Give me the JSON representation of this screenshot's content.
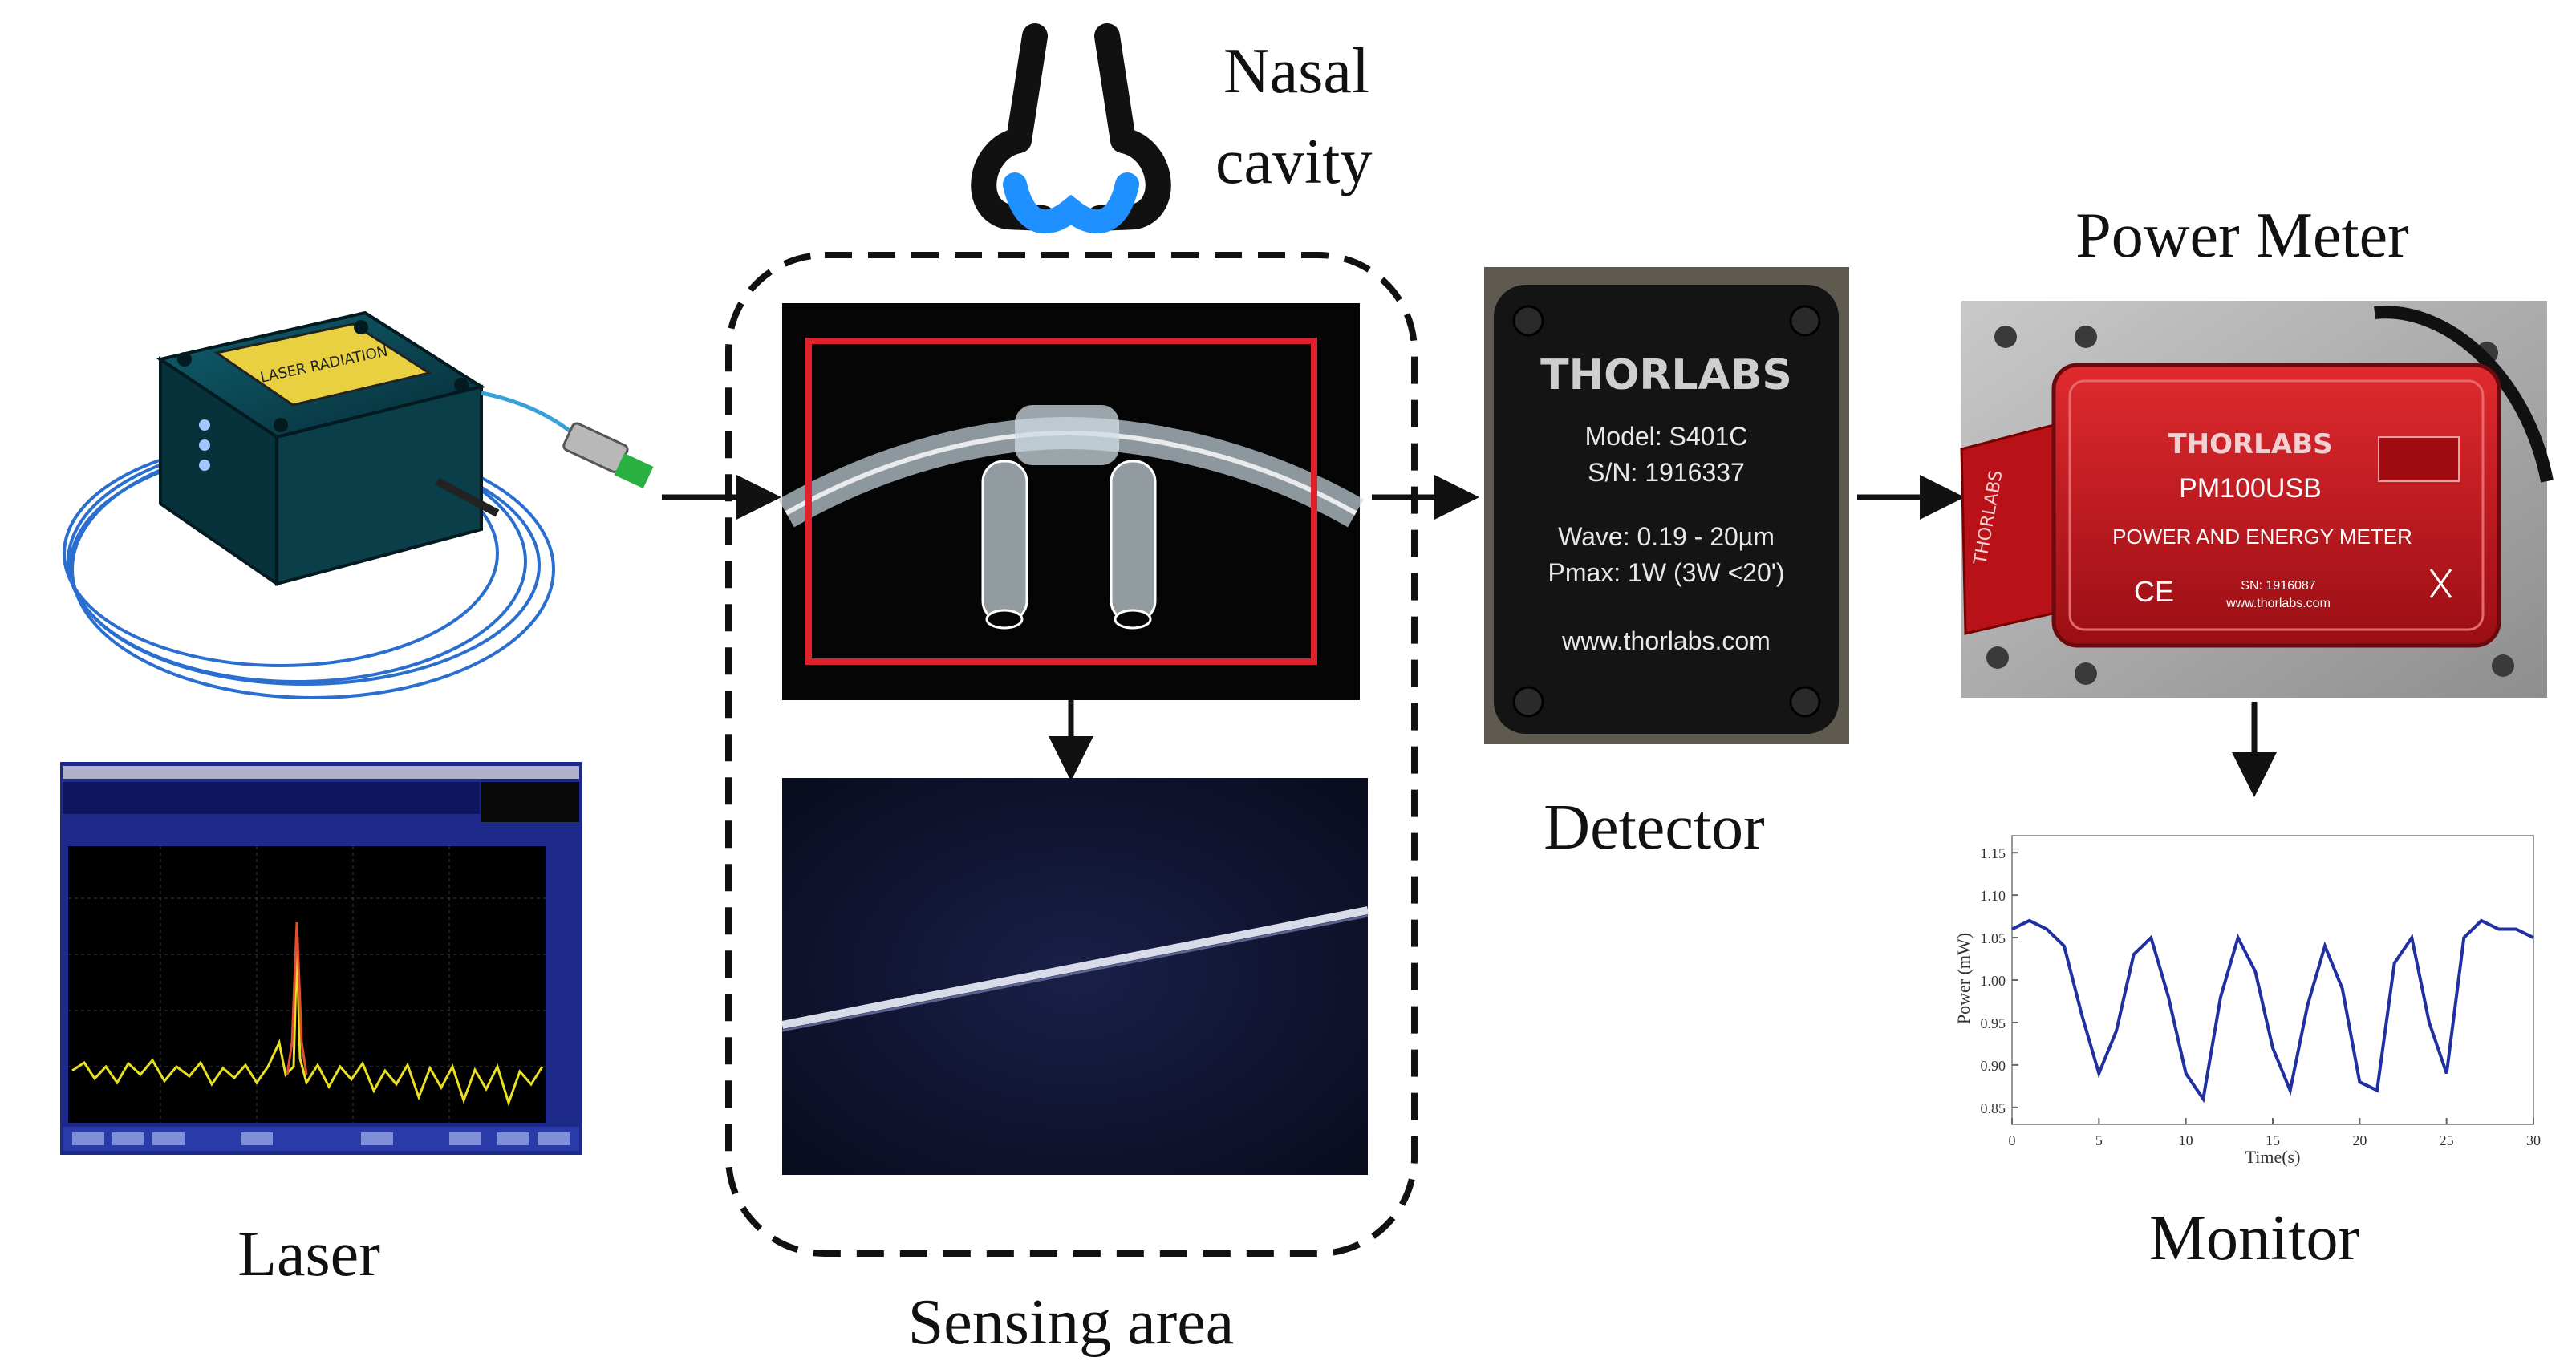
{
  "labels": {
    "laser": "Laser",
    "sensing_area": "Sensing area",
    "nasal_cavity_line1": "Nasal",
    "nasal_cavity_line2": "cavity",
    "detector": "Detector",
    "power_meter": "Power Meter",
    "monitor": "Monitor"
  },
  "detector_plate": {
    "brand": "THORLABS",
    "model": "Model:  S401C",
    "serial": "S/N:   1916337",
    "wave": "Wave: 0.19 - 20µm",
    "pmax": "Pmax: 1W (3W <20')",
    "url": "www.thorlabs.com"
  },
  "power_meter_device": {
    "brand": "THORLABS",
    "model": "PM100USB",
    "desc": "POWER AND ENERGY METER",
    "serial": "SN:   1916087",
    "url": "www.thorlabs.com",
    "side_brand": "THORLABS",
    "ce": "CE"
  },
  "monitor_chart": {
    "ylabel": "Power (mW)",
    "xlabel": "Time(s)",
    "yticks": [
      "1.15",
      "1.10",
      "1.05",
      "1.00",
      "0.95",
      "0.90",
      "0.85"
    ],
    "xticks": [
      "0",
      "5",
      "10",
      "15",
      "20",
      "25",
      "30"
    ]
  },
  "chart_data": {
    "type": "line",
    "xlabel": "Time(s)",
    "ylabel": "Power (mW)",
    "xlim": [
      0,
      30
    ],
    "ylim": [
      0.83,
      1.17
    ],
    "series": [
      {
        "x": [
          0,
          1,
          2,
          3,
          4,
          5,
          6,
          7,
          8,
          9,
          10,
          11,
          12,
          13,
          14,
          15,
          16,
          17,
          18,
          19,
          20,
          21,
          22,
          23,
          24,
          25,
          26,
          27,
          28,
          29,
          30
        ],
        "values": [
          1.06,
          1.07,
          1.06,
          1.04,
          0.96,
          0.89,
          0.94,
          1.03,
          1.05,
          0.98,
          0.89,
          0.86,
          0.98,
          1.05,
          1.01,
          0.92,
          0.87,
          0.97,
          1.04,
          0.99,
          0.88,
          0.87,
          1.02,
          1.05,
          0.95,
          0.89,
          1.05,
          1.07,
          1.06,
          1.06,
          1.05
        ]
      }
    ]
  },
  "colors": {
    "laser_trace": "#e8e020",
    "spectrum_peak": "#e05030",
    "monitor_line": "#2030a0",
    "red_frame": "#e0202a",
    "nose_water": "#1e90ff",
    "power_meter_body": "#c8181e"
  }
}
